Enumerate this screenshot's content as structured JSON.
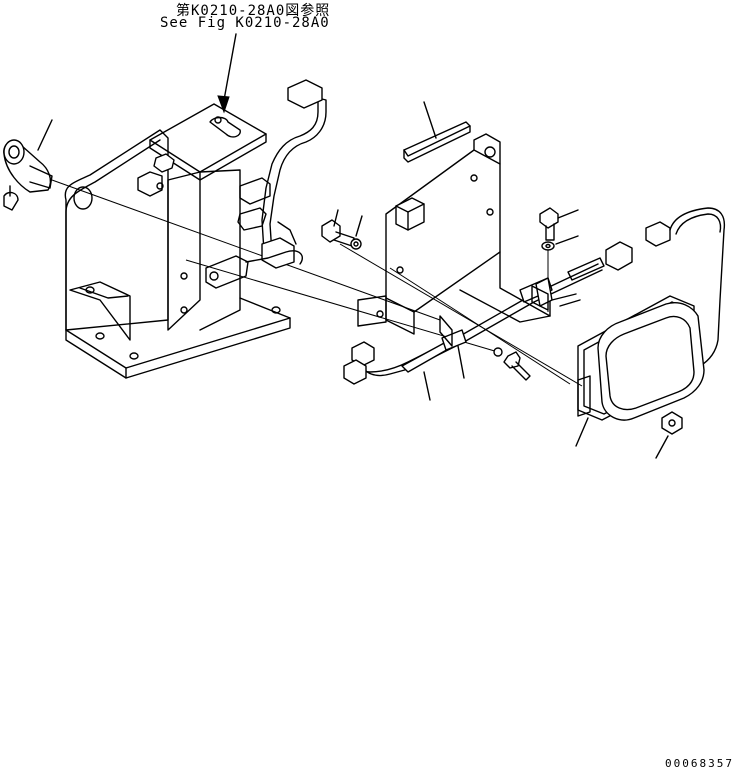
{
  "reference": {
    "japanese": "第K0210-28A0図参照",
    "english": "See Fig K0210-28A0"
  },
  "drawing_number": "00068357"
}
